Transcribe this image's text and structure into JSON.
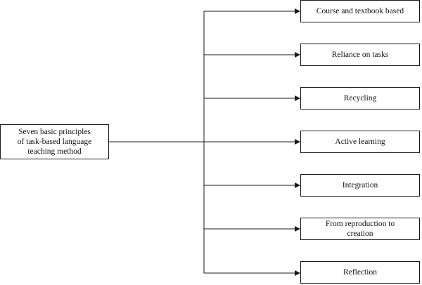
{
  "root": {
    "label": "Seven basic principles\nof task-based language\nteaching method"
  },
  "principles": [
    {
      "label": "Course and textbook based"
    },
    {
      "label": "Reliance on tasks"
    },
    {
      "label": "Recycling"
    },
    {
      "label": "Active learning"
    },
    {
      "label": "Integration"
    },
    {
      "label": "From reproduction to\ncreation"
    },
    {
      "label": "Reflection"
    }
  ],
  "colors": {
    "line": "#1a1a1a",
    "box_border": "#1a1a1a",
    "background": "#ffffff"
  }
}
